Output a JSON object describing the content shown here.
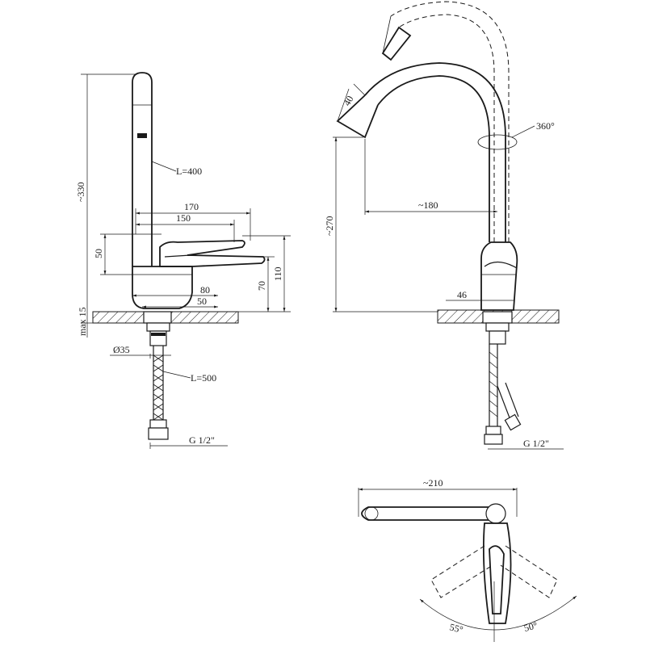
{
  "dimensions": {
    "front": {
      "length": "L=400",
      "height": "~330",
      "width170": "170",
      "width150": "150",
      "dim50": "50",
      "dim70": "70",
      "dim110": "110",
      "dim80": "80",
      "dim50b": "50",
      "max15": "max 15",
      "diam35": "Ø35",
      "hose": "L=500",
      "thread": "G 1/2\""
    },
    "side": {
      "dim40": "40",
      "rotation": "360°",
      "height270": "~270",
      "reach180": "~180",
      "dim46": "46",
      "thread": "G 1/2\""
    },
    "top": {
      "width210": "~210",
      "angle55": "55°",
      "angle50": "50°"
    }
  }
}
